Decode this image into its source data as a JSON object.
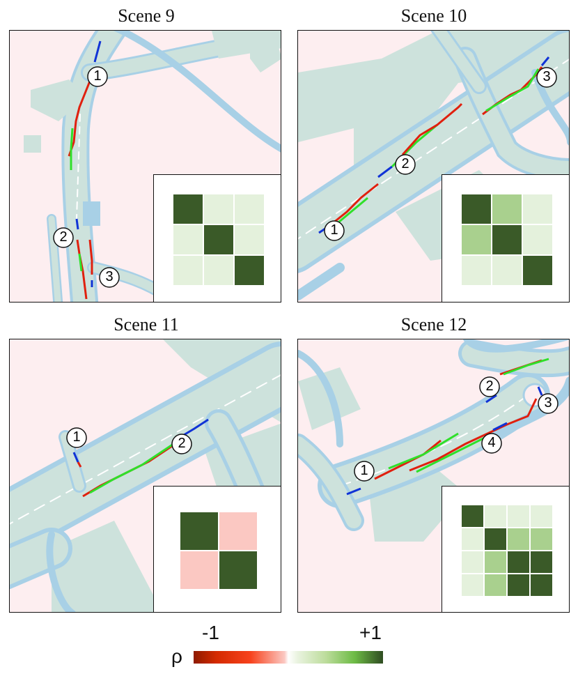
{
  "colors": {
    "background": "#fdeef0",
    "road": "#cde2dc",
    "road_edge": "#a8d0e6",
    "path_red": "#e0200e",
    "path_green": "#2fe02a",
    "path_blue": "#1033d6",
    "matrix_strong": "#3a5a28",
    "matrix_mid": "#a9d08e",
    "matrix_weak": "#e4f1dc",
    "matrix_negative": "#fbc8c2"
  },
  "scenes": [
    {
      "title": "Scene 9",
      "markers": [
        "1",
        "2",
        "3"
      ],
      "matrix": [
        [
          1,
          0.1,
          0.1
        ],
        [
          0.1,
          1,
          0.1
        ],
        [
          0.1,
          0.1,
          1
        ]
      ]
    },
    {
      "title": "Scene 10",
      "markers": [
        "1",
        "2",
        "3"
      ],
      "matrix": [
        [
          1,
          0.45,
          0.1
        ],
        [
          0.45,
          1,
          0.1
        ],
        [
          0.1,
          0.1,
          1
        ]
      ]
    },
    {
      "title": "Scene 11",
      "markers": [
        "1",
        "2"
      ],
      "matrix": [
        [
          1,
          -0.3
        ],
        [
          -0.3,
          1
        ]
      ]
    },
    {
      "title": "Scene 12",
      "markers": [
        "1",
        "2",
        "3",
        "4"
      ],
      "matrix": [
        [
          1,
          0.1,
          0.1,
          0.1
        ],
        [
          0.1,
          1,
          0.45,
          0.45
        ],
        [
          0.1,
          0.45,
          1,
          1
        ],
        [
          0.1,
          0.45,
          1,
          1
        ]
      ]
    }
  ],
  "colorbar": {
    "symbol": "ρ",
    "min_label": "-1",
    "max_label": "+1"
  }
}
